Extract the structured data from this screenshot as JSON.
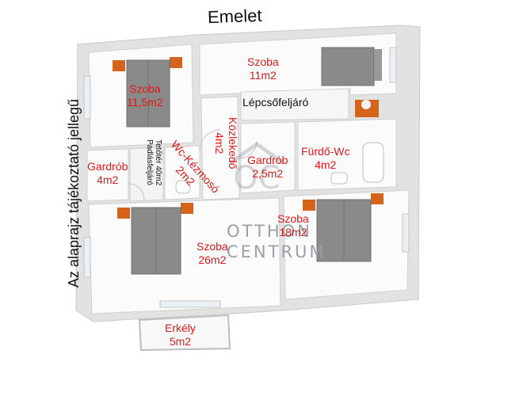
{
  "title": "Emelet",
  "side_note": "Az alaprajz tájékoztató jellegű",
  "stair_label": "Lépcsőfeljáró",
  "attic_label": {
    "line1": "Padlásfeljáró",
    "line2": "Tetőtér 40m2"
  },
  "rooms": {
    "szoba_115": {
      "name": "Szoba",
      "area": "11,5m2"
    },
    "szoba_11": {
      "name": "Szoba",
      "area": "11m2"
    },
    "kozlekedo": {
      "name": "Közlekedő",
      "area": "4m2"
    },
    "wc": {
      "name": "Wc-Kézmosó",
      "area": "2m2"
    },
    "gardrob_4": {
      "name": "Gardrób",
      "area": "4m2"
    },
    "gardrob_25": {
      "name": "Gardrób",
      "area": "2,5m2"
    },
    "furdo": {
      "name": "Fürdő-Wc",
      "area": "4m2"
    },
    "szoba_18": {
      "name": "Szoba",
      "area": "18m2"
    },
    "szoba_26": {
      "name": "Szoba",
      "area": "26m2"
    },
    "erkely": {
      "name": "Erkély",
      "area": "5m2"
    }
  },
  "watermark": {
    "mark": "OC",
    "line1": "OTTHON",
    "line2": "CENTRUM"
  },
  "colors": {
    "label_red": "#e01818",
    "wall": "#e6e6e6",
    "floor": "#fafafa",
    "bed": "#8a8a8a",
    "nightstand": "#d4641c"
  }
}
